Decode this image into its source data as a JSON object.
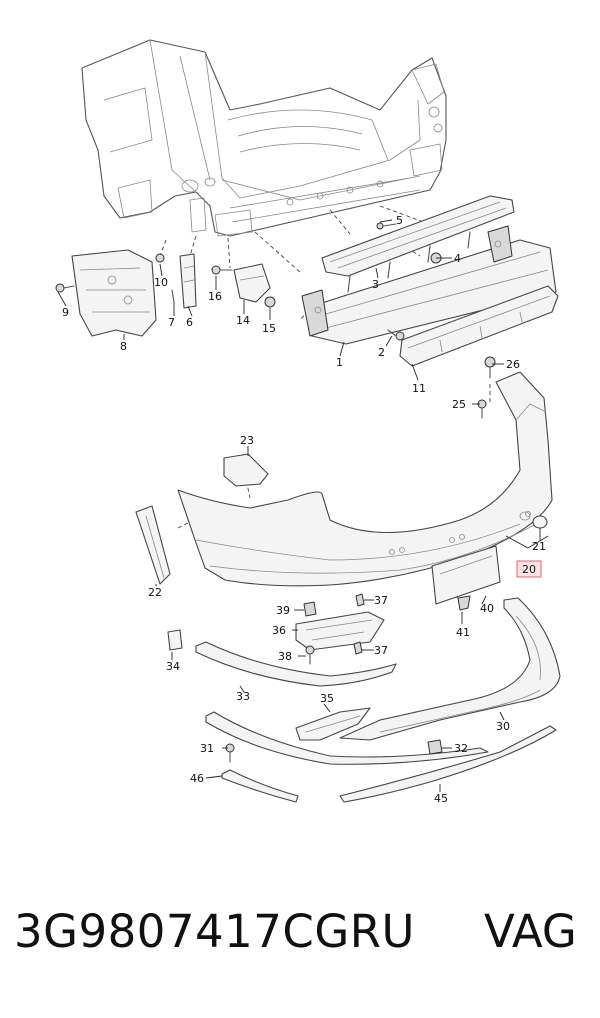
{
  "diagram": {
    "callouts": [
      {
        "id": "c1",
        "label": "1"
      },
      {
        "id": "c2",
        "label": "2"
      },
      {
        "id": "c3",
        "label": "3"
      },
      {
        "id": "c4",
        "label": "4"
      },
      {
        "id": "c5",
        "label": "5"
      },
      {
        "id": "c6",
        "label": "6"
      },
      {
        "id": "c7",
        "label": "7"
      },
      {
        "id": "c8",
        "label": "8"
      },
      {
        "id": "c9",
        "label": "9"
      },
      {
        "id": "c10",
        "label": "10"
      },
      {
        "id": "c11",
        "label": "11"
      },
      {
        "id": "c14",
        "label": "14"
      },
      {
        "id": "c15",
        "label": "15"
      },
      {
        "id": "c16",
        "label": "16"
      },
      {
        "id": "c20",
        "label": "20",
        "highlighted": true
      },
      {
        "id": "c21",
        "label": "21"
      },
      {
        "id": "c22",
        "label": "22"
      },
      {
        "id": "c23",
        "label": "23"
      },
      {
        "id": "c25",
        "label": "25"
      },
      {
        "id": "c26",
        "label": "26"
      },
      {
        "id": "c30",
        "label": "30"
      },
      {
        "id": "c31",
        "label": "31"
      },
      {
        "id": "c32",
        "label": "32"
      },
      {
        "id": "c33",
        "label": "33"
      },
      {
        "id": "c34",
        "label": "34"
      },
      {
        "id": "c35",
        "label": "35"
      },
      {
        "id": "c36",
        "label": "36"
      },
      {
        "id": "c37a",
        "label": "37"
      },
      {
        "id": "c37b",
        "label": "37"
      },
      {
        "id": "c38",
        "label": "38"
      },
      {
        "id": "c39",
        "label": "39"
      },
      {
        "id": "c40",
        "label": "40"
      },
      {
        "id": "c41",
        "label": "41"
      },
      {
        "id": "c45",
        "label": "45"
      },
      {
        "id": "c46",
        "label": "46"
      }
    ],
    "colors": {
      "highlight_fill": "#fbe3e3",
      "highlight_stroke": "#d86a6a",
      "line": "#444444"
    }
  },
  "footer": {
    "part_number": "3G9807417CGRU",
    "brand": "VAG"
  }
}
